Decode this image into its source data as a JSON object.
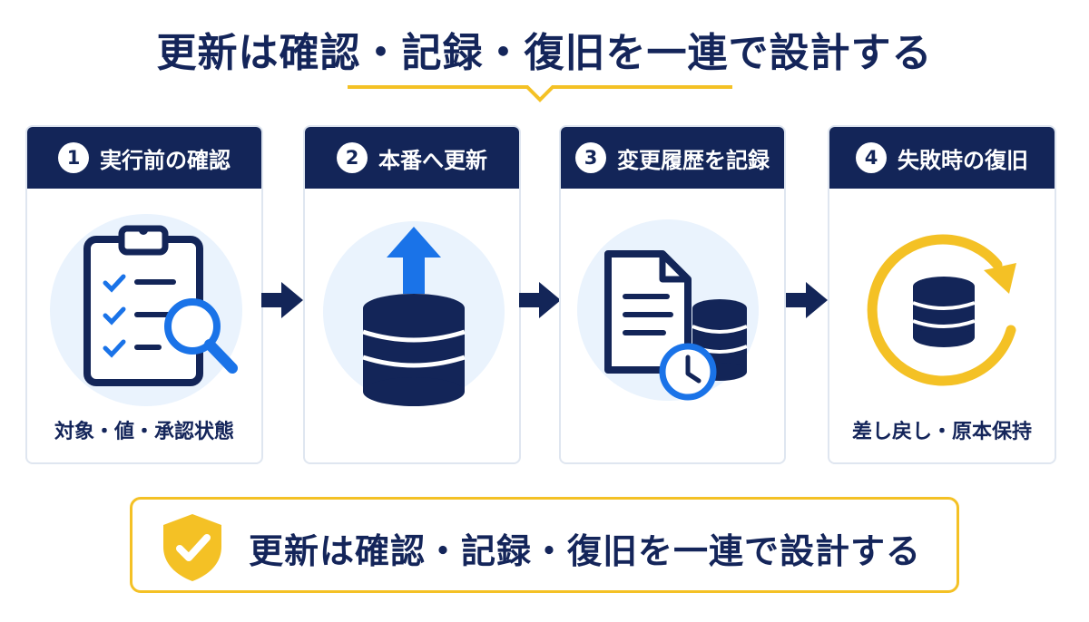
{
  "header": {
    "title": "更新は確認・記録・復旧を一連で設計する"
  },
  "steps": [
    {
      "number": "1",
      "label": "実行前の確認",
      "caption": "対象・値・承認状態"
    },
    {
      "number": "2",
      "label": "本番へ更新",
      "caption": ""
    },
    {
      "number": "3",
      "label": "変更履歴を記録",
      "caption": ""
    },
    {
      "number": "4",
      "label": "失敗時の復旧",
      "caption": "差し戻し・原本保持"
    }
  ],
  "banner": {
    "text": "更新は確認・記録・復旧を一連で設計する"
  },
  "colors": {
    "navy": "#132558",
    "blue": "#1a73e8",
    "yellow": "#f4c125",
    "circle": "#eaf3fd",
    "border": "#dfe6f0"
  },
  "icons": [
    "clipboard-magnifier-icon",
    "database-upload-icon",
    "document-clock-icon",
    "database-restore-icon",
    "shield-check-icon",
    "arrow-right-icon"
  ]
}
